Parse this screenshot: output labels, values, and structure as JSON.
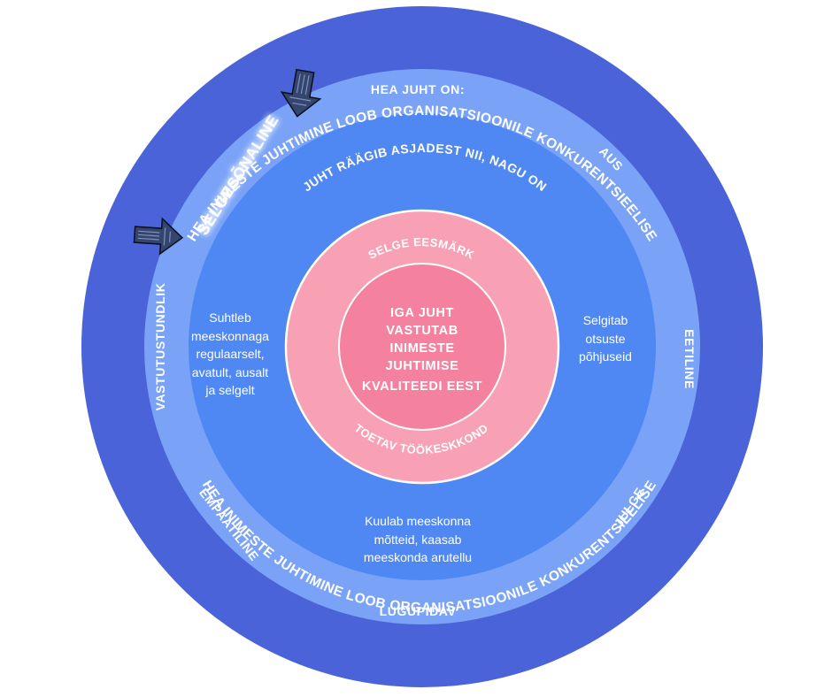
{
  "rings": {
    "outer_top_arc": "HEA INIMESTE JUHTIMINE LOOB ORGANISATSIOONILE KONKURENTSIEELISE",
    "outer_bottom_arc": "HEA INIMESTE JUHTIMINE LOOB ORGANISATSIOONILE KONKURENTSIEELISE",
    "middle_header": "HEA JUHT ON:",
    "inner_arc": "JUHT RÄÄGIB ASJADEST NII, NAGU ON",
    "core_top_arc": "SELGE EESMÄRK",
    "core_bottom_arc": "TOETAV TÖÖKESKKOND"
  },
  "qualities": {
    "selgesonaline": "SELGESÕNALINE",
    "aus": "AUS",
    "eetiline": "EETILINE",
    "julge": "JULGE",
    "lugupidav": "LUGUPIDAV",
    "empaatiline": "EMPAATILINE",
    "vastutustundlik": "VASTUTUSTUNDLIK"
  },
  "core": {
    "lines": [
      "IGA JUHT",
      "VASTUTAB",
      "INIMESTE",
      "JUHTIMISE",
      "KVALITEEDI EEST"
    ]
  },
  "descriptions": {
    "left": [
      "Suhtleb",
      "meeskonnaga",
      "regulaarselt,",
      "avatult, ausalt",
      "ja selgelt"
    ],
    "right": [
      "Selgitab",
      "otsuste",
      "põhjuseid"
    ],
    "bottom": [
      "Kuulab meeskonna",
      "mõtteid, kaasab",
      "meeskonda arutellu"
    ]
  },
  "colors": {
    "outer_ring": "#4a63d8",
    "middle_ring": "#7aa3f7",
    "inner_ring": "#5088f3",
    "pink_ring": "#f8a1b5",
    "pink_core": "#f4829e",
    "white": "#ffffff",
    "arrow": "#34456e"
  },
  "icons": [
    "arrow-down-icon",
    "arrow-right-icon"
  ]
}
